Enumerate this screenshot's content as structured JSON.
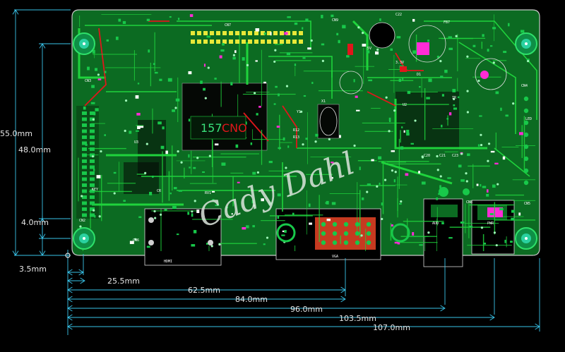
{
  "colors": {
    "board": "#0c6b22",
    "trace": "#1fd33c",
    "red": "#e0161b",
    "magenta": "#ff2bd6",
    "silk": "#ffffff",
    "dim": "#39c3e9",
    "pad": "#18c84a",
    "hole": "#2ad1a0"
  },
  "dimensions": {
    "vertical": [
      "55.0mm",
      "48.0mm",
      "4.0mm"
    ],
    "horizontal": [
      "3.5mm",
      "25.5mm",
      "62.5mm",
      "84.0mm",
      "96.0mm",
      "103.5mm",
      "107.0mm"
    ]
  },
  "board": {
    "watermark": "Cady Dahl",
    "chip_number": "157",
    "chip_code": "CNO",
    "silk_labels": [
      "CN7",
      "CN4",
      "CN5",
      "CN2",
      "CN3",
      "CN6",
      "CN8",
      "CN9",
      "C22",
      "FB7",
      "CR",
      "U2",
      "U3",
      "D1",
      "C21",
      "C20",
      "C23",
      "R12",
      "R13",
      "X1",
      "Y1",
      "RV1",
      "KEY",
      "VGA",
      "HDMI",
      "LED",
      "5V",
      "3.3V",
      "IR",
      "PWR",
      "AUD"
    ]
  }
}
